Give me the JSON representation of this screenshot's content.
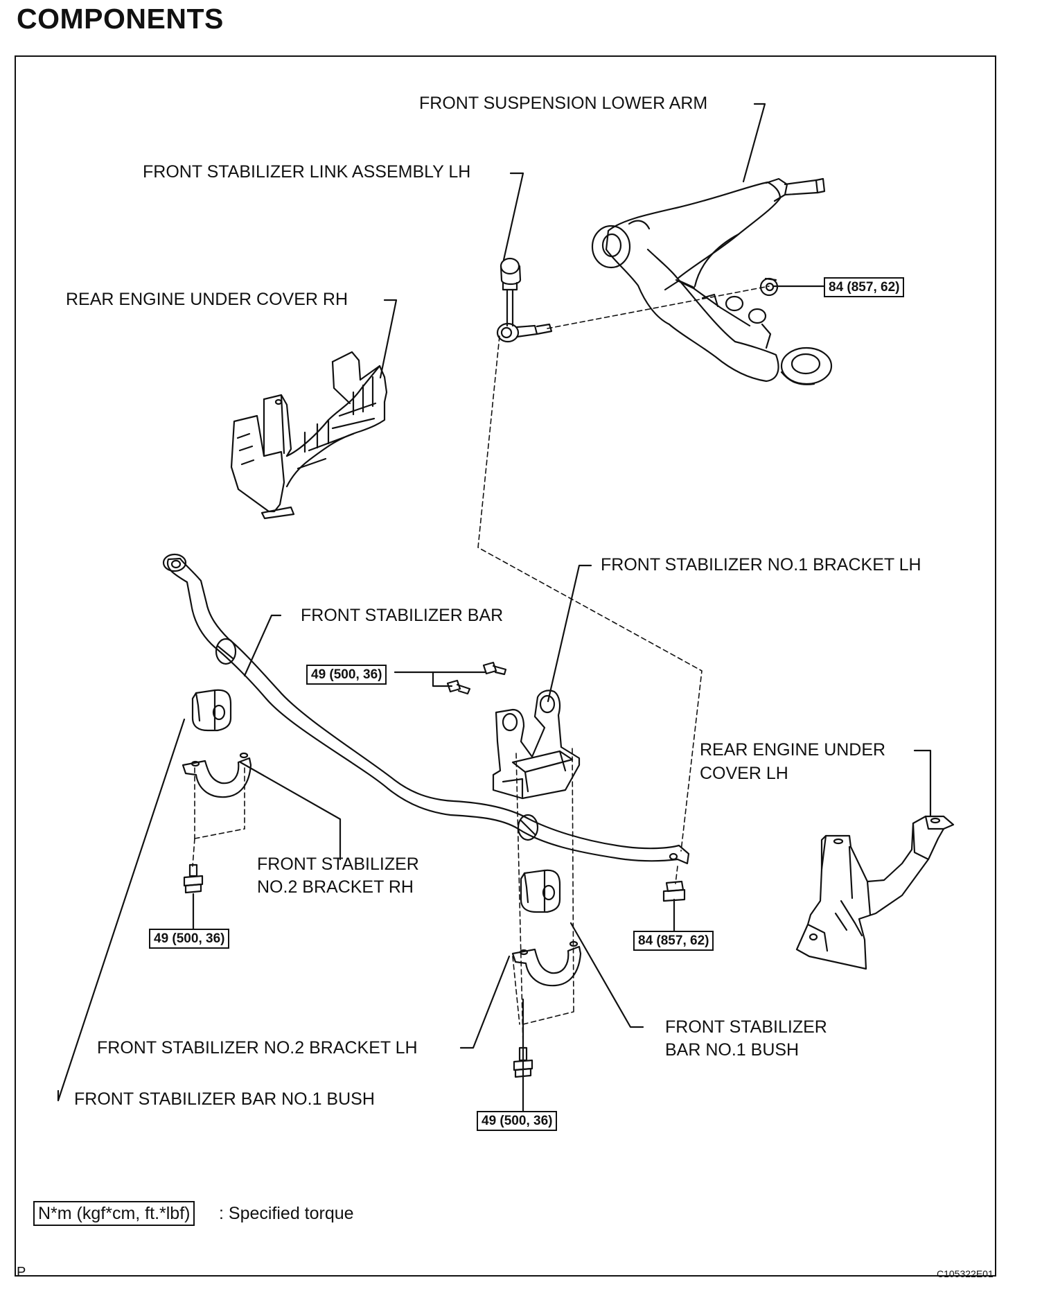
{
  "heading": "COMPONENTS",
  "labels": {
    "lower_arm": "FRONT SUSPENSION LOWER ARM",
    "link_lh": "FRONT STABILIZER LINK ASSEMBLY LH",
    "cover_rh": "REAR ENGINE UNDER COVER RH",
    "bracket1_lh": "FRONT STABILIZER NO.1 BRACKET LH",
    "stab_bar": "FRONT STABILIZER BAR",
    "cover_lh_1": "REAR ENGINE UNDER",
    "cover_lh_2": "COVER LH",
    "bracket2_rh_1": "FRONT STABILIZER",
    "bracket2_rh_2": "NO.2 BRACKET RH",
    "bush_right_1": "FRONT STABILIZER",
    "bush_right_2": "BAR NO.1 BUSH",
    "bracket2_lh": "FRONT STABILIZER NO.2 BRACKET LH",
    "bush_left": "FRONT STABILIZER BAR NO.1 BUSH"
  },
  "torques": {
    "lower_arm_nut": "84 (857, 62)",
    "bracket_bolts": "49 (500, 36)",
    "rh_bracket_bolt": "49 (500, 36)",
    "link_nut": "84 (857, 62)",
    "lh_bracket_bolt": "49 (500, 36)"
  },
  "legend": {
    "unit": "N*m (kgf*cm, ft.*lbf)",
    "text": ": Specified torque"
  },
  "footer": {
    "corner_letter": "P",
    "figure_id": "C105322E01"
  }
}
